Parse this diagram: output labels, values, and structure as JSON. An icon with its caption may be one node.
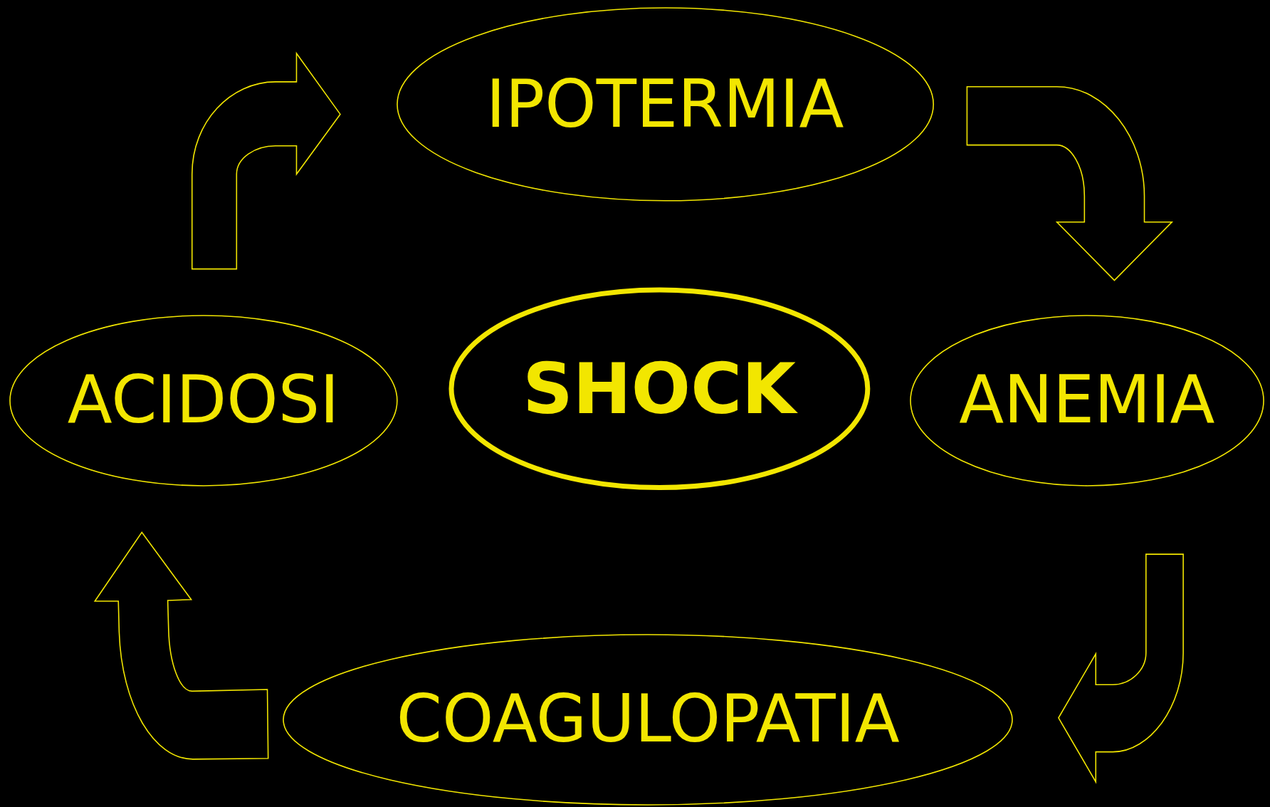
{
  "diagram": {
    "nodes": [
      {
        "text": [
          "IPOTERMIA"
        ]
      },
      {
        "text": [
          "ACIDOSI"
        ]
      },
      {
        "text": [
          "SHOCK"
        ]
      },
      {
        "text": [
          "ANEMIA"
        ]
      },
      {
        "text": [
          "COAGULOPATIA"
        ]
      }
    ],
    "edges": [
      {
        "from": 1,
        "to": 0,
        "arrow": "to"
      },
      {
        "from": 0,
        "to": 3,
        "arrow": "to"
      },
      {
        "from": 3,
        "to": 4,
        "arrow": "to"
      },
      {
        "from": 4,
        "to": 1,
        "arrow": "to"
      }
    ]
  }
}
